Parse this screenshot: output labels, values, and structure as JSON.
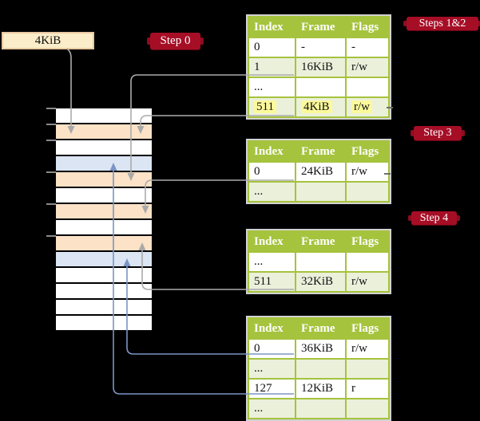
{
  "colors": {
    "background": "#000000",
    "table_header_bg": "#A5C33D",
    "table_border_green": "#A5C33D",
    "table_outer_border": "#D2D2D2",
    "table_row_shaded": "#EBF0DB",
    "table_row_plain": "#FFFFFF",
    "highlight_yellow": "#FBF99B",
    "step_label_bg": "#A60E26",
    "step_label_text": "#FFFFFF",
    "memory_frame_peach": "#FCE2C6",
    "memory_frame_blue": "#DBE5F3",
    "memory_frame_white": "#FFFFFF",
    "frame_box_bg": "#FBEDC9",
    "frame_box_border": "#E9C9A2",
    "gray_connector": "#ABABAB",
    "blue_connector": "#7B95C4"
  },
  "frame_box": {
    "label": "4KiB"
  },
  "step_labels": {
    "step0": "Step 0",
    "steps12": "Steps 1&2",
    "step3": "Step 3",
    "step4": "Step 4"
  },
  "memory_stack": {
    "rows": [
      "white",
      "peach",
      "white",
      "blue",
      "peach",
      "white",
      "peach",
      "white",
      "peach",
      "blue",
      "white",
      "white",
      "white",
      "white"
    ],
    "tick_boundaries": [
      0,
      1,
      2,
      4,
      6,
      8
    ]
  },
  "tables": [
    {
      "id": "table-steps-1-2",
      "headers": [
        "Index",
        "Frame",
        "Flags"
      ],
      "rows": [
        {
          "index": "0",
          "frame": "-",
          "flags": "-",
          "shaded": false,
          "highlight": false
        },
        {
          "index": "1",
          "frame": "16KiB",
          "flags": "r/w",
          "shaded": true,
          "highlight": false
        },
        {
          "index": "...",
          "frame": "",
          "flags": "",
          "shaded": false,
          "highlight": false
        },
        {
          "index": "511",
          "frame": "4KiB",
          "flags": "r/w",
          "shaded": true,
          "highlight": true
        }
      ]
    },
    {
      "id": "table-step-3",
      "headers": [
        "Index",
        "Frame",
        "Flags"
      ],
      "rows": [
        {
          "index": "0",
          "frame": "24KiB",
          "flags": "r/w",
          "shaded": false,
          "highlight": false
        },
        {
          "index": "...",
          "frame": "",
          "flags": "",
          "shaded": true,
          "highlight": false
        }
      ]
    },
    {
      "id": "table-step-4",
      "headers": [
        "Index",
        "Frame",
        "Flags"
      ],
      "rows": [
        {
          "index": "...",
          "frame": "",
          "flags": "",
          "shaded": false,
          "highlight": false
        },
        {
          "index": "511",
          "frame": "32KiB",
          "flags": "r/w",
          "shaded": true,
          "highlight": false
        }
      ]
    },
    {
      "id": "table-last-level",
      "headers": [
        "Index",
        "Frame",
        "Flags"
      ],
      "rows": [
        {
          "index": "0",
          "frame": "36KiB",
          "flags": "r/w",
          "shaded": false,
          "highlight": false
        },
        {
          "index": "...",
          "frame": "",
          "flags": "",
          "shaded": true,
          "highlight": false
        },
        {
          "index": "127",
          "frame": "12KiB",
          "flags": "r",
          "shaded": false,
          "highlight": false
        },
        {
          "index": "...",
          "frame": "",
          "flags": "",
          "shaded": true,
          "highlight": false
        }
      ]
    }
  ]
}
